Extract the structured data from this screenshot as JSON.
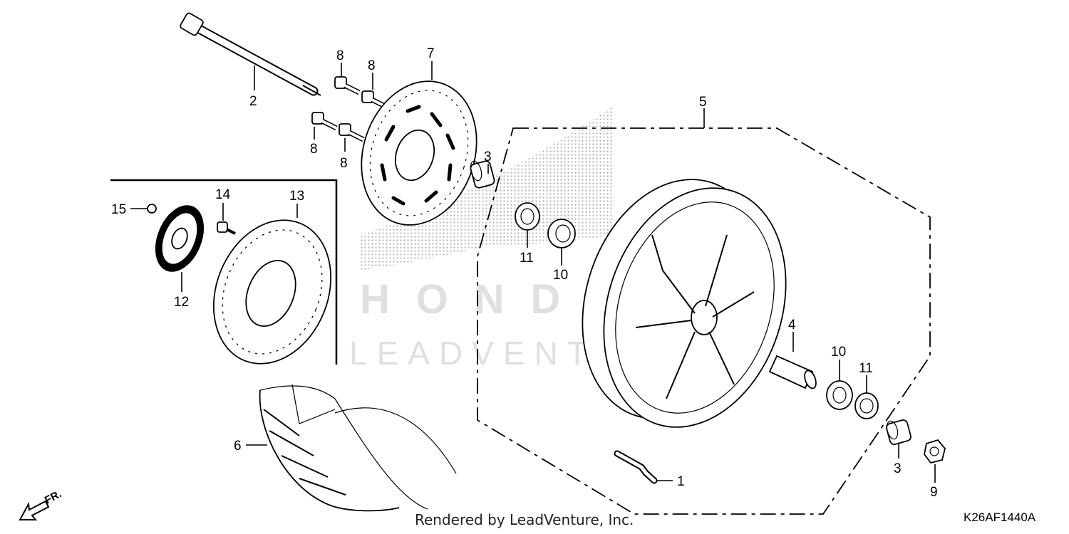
{
  "callouts": {
    "c1": "1",
    "c2": "2",
    "c3a": "3",
    "c3b": "3",
    "c4": "4",
    "c5": "5",
    "c6": "6",
    "c7": "7",
    "c8a": "8",
    "c8b": "8",
    "c8c": "8",
    "c8d": "8",
    "c9": "9",
    "c10a": "10",
    "c10b": "10",
    "c11a": "11",
    "c11b": "11",
    "c12": "12",
    "c13": "13",
    "c14": "14",
    "c15": "15"
  },
  "watermark": {
    "brand": "HONDA",
    "vendor": "LEADVENTURE"
  },
  "direction_label": "FR.",
  "credit": "Rendered by LeadVenture, Inc.",
  "diagram_code": "K26AF1440A"
}
